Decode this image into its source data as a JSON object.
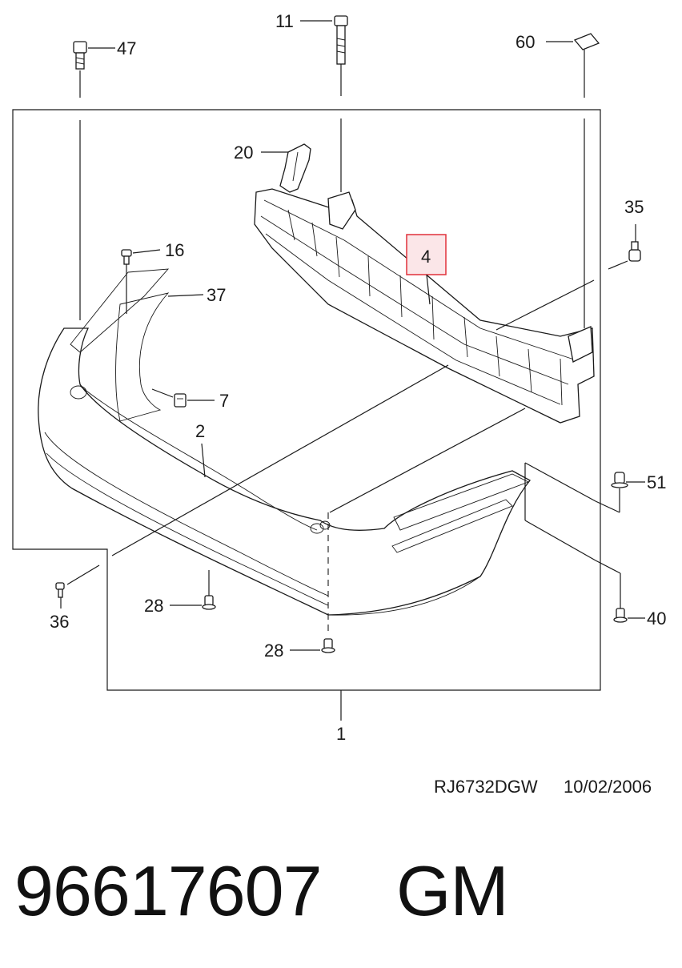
{
  "callouts": {
    "c1": "1",
    "c2": "2",
    "c4": "4",
    "c7": "7",
    "c11": "11",
    "c16": "16",
    "c20": "20",
    "c28a": "28",
    "c28b": "28",
    "c35": "35",
    "c36": "36",
    "c37": "37",
    "c40": "40",
    "c47": "47",
    "c51": "51",
    "c60": "60"
  },
  "drawing_reference": "RJ6732DGW",
  "drawing_date": "10/02/2006",
  "part_number": "96617607",
  "brand": "GM",
  "colors": {
    "highlight_box": "#e0303a",
    "highlight_fill": "#fbe6e8",
    "ink": "#1a1a1a"
  }
}
